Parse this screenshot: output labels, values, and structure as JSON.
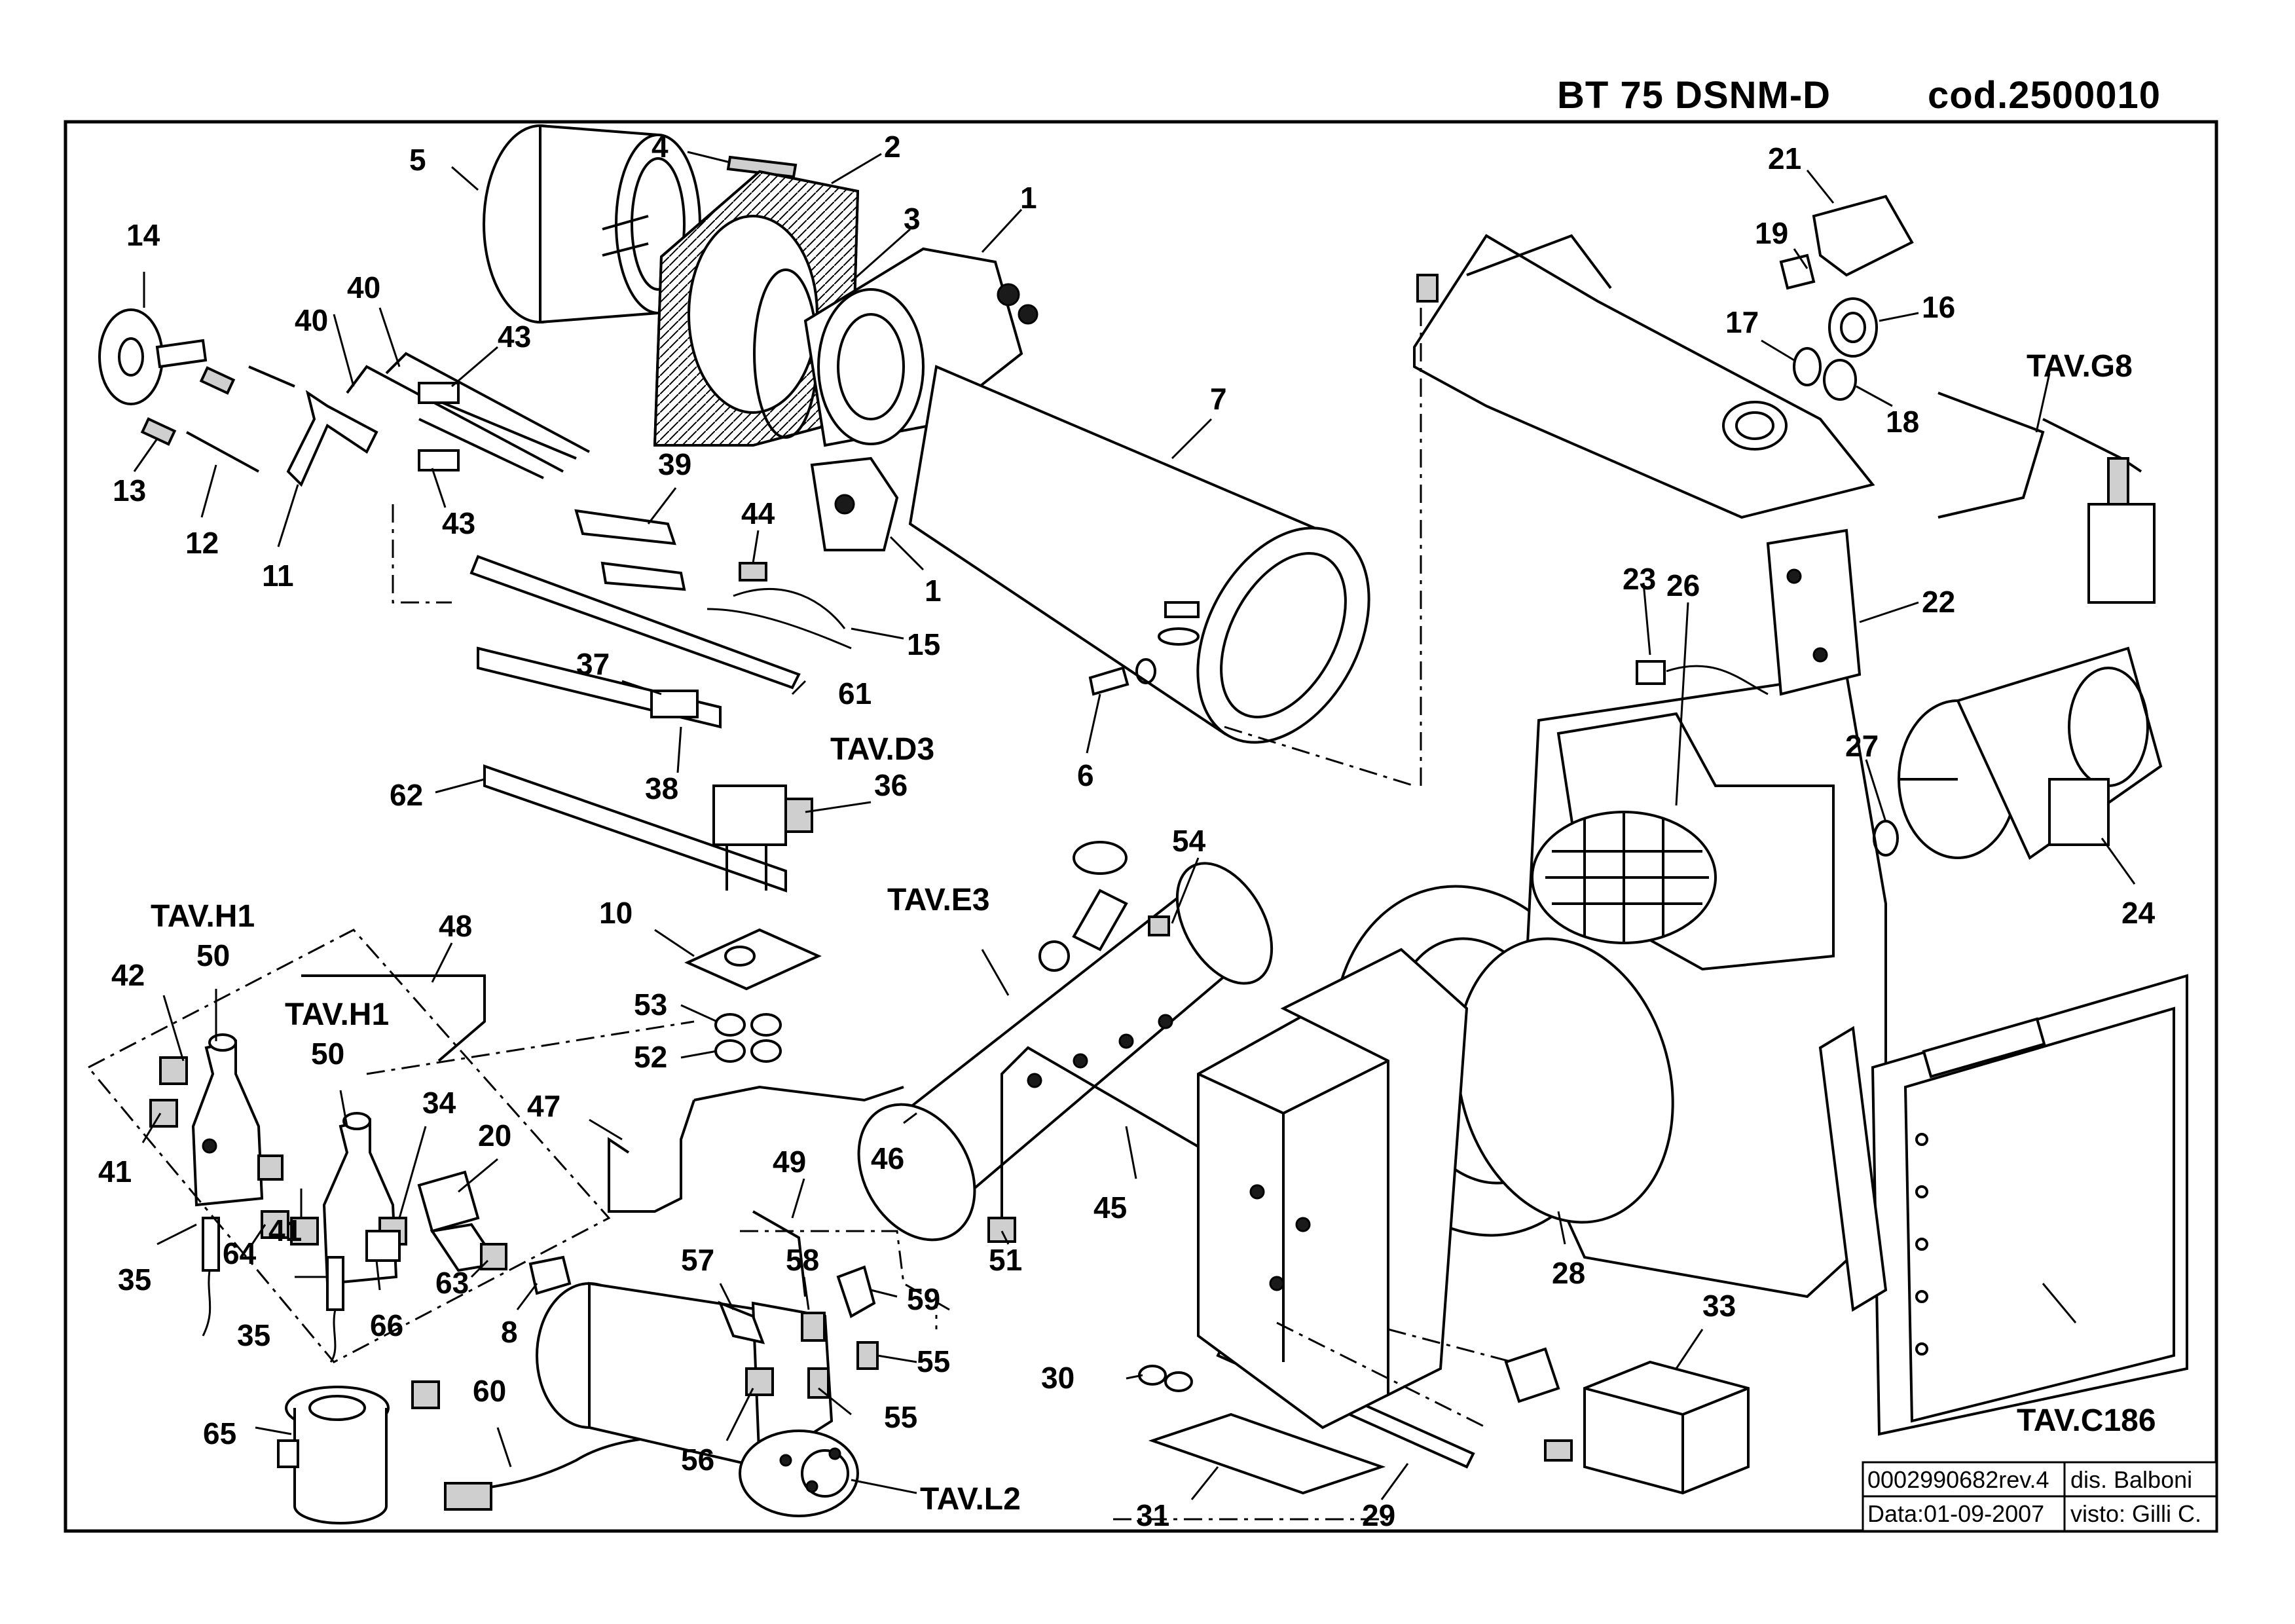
{
  "header": {
    "model": "BT 75 DSNM-D",
    "code": "cod.2500010"
  },
  "callouts": [
    "1",
    "1",
    "2",
    "3",
    "4",
    "5",
    "6",
    "7",
    "8",
    "10",
    "11",
    "12",
    "13",
    "14",
    "15",
    "16",
    "17",
    "18",
    "19",
    "20",
    "21",
    "22",
    "23",
    "24",
    "26",
    "27",
    "28",
    "29",
    "30",
    "31",
    "33",
    "34",
    "35",
    "35",
    "36",
    "37",
    "38",
    "39",
    "40",
    "40",
    "41",
    "41",
    "42",
    "43",
    "43",
    "44",
    "45",
    "46",
    "47",
    "48",
    "49",
    "50",
    "50",
    "51",
    "52",
    "53",
    "54",
    "55",
    "55",
    "56",
    "57",
    "58",
    "59",
    "60",
    "61",
    "62",
    "63",
    "64",
    "65",
    "66"
  ],
  "references": {
    "tav_g8": "TAV.G8",
    "tav_d3": "TAV.D3",
    "tav_h1_a": "TAV.H1",
    "tav_h1_b": "TAV.H1",
    "tav_e3": "TAV.E3",
    "tav_l2": "TAV.L2",
    "tav_c186": "TAV.C186"
  },
  "title_block": {
    "drawing_no": "0002990682rev.4",
    "drawn_by": "dis. Balboni",
    "date": "Data:01-09-2007",
    "checked_by": "visto: Gilli C."
  }
}
